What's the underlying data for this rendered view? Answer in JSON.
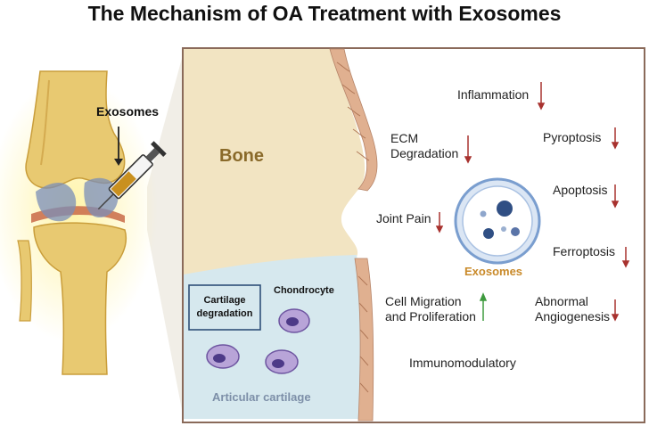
{
  "title": "The Mechanism of OA Treatment with Exosomes",
  "knee": {
    "exosomes_label": "Exosomes",
    "icons": [
      "knee-joint-icon",
      "syringe-icon"
    ]
  },
  "panel": {
    "bone_label": "Bone",
    "cartilage_label": "Articular cartilage",
    "chondrocyte_label": "Chondrocyte",
    "cartilage_degradation_label": [
      "Cartilage",
      "degradation"
    ],
    "exosomes_label": "Exosomes"
  },
  "effects": {
    "inflammation": {
      "label": "Inflammation",
      "direction": "down"
    },
    "ecm": {
      "label": [
        "ECM",
        "Degradation"
      ],
      "direction": "down"
    },
    "pyroptosis": {
      "label": "Pyroptosis",
      "direction": "down"
    },
    "apoptosis": {
      "label": "Apoptosis",
      "direction": "down"
    },
    "joint_pain": {
      "label": "Joint Pain",
      "direction": "down"
    },
    "ferroptosis": {
      "label": "Ferroptosis",
      "direction": "down"
    },
    "cell_migration": {
      "label": [
        "Cell Migration",
        "and Proliferation"
      ],
      "direction": "up"
    },
    "angiogenesis": {
      "label": [
        "Abnormal",
        "Angiogenesis"
      ],
      "direction": "down"
    },
    "immunomodulatory": {
      "label": "Immunomodulatory"
    }
  },
  "colors": {
    "down_arrow": "#a8322f",
    "up_arrow": "#3e9a3e",
    "bone": "#f2e4c2",
    "cartilage": "#d6e8ee",
    "exosome_label": "#c98a2a",
    "panel_border": "#8a6a5a"
  }
}
